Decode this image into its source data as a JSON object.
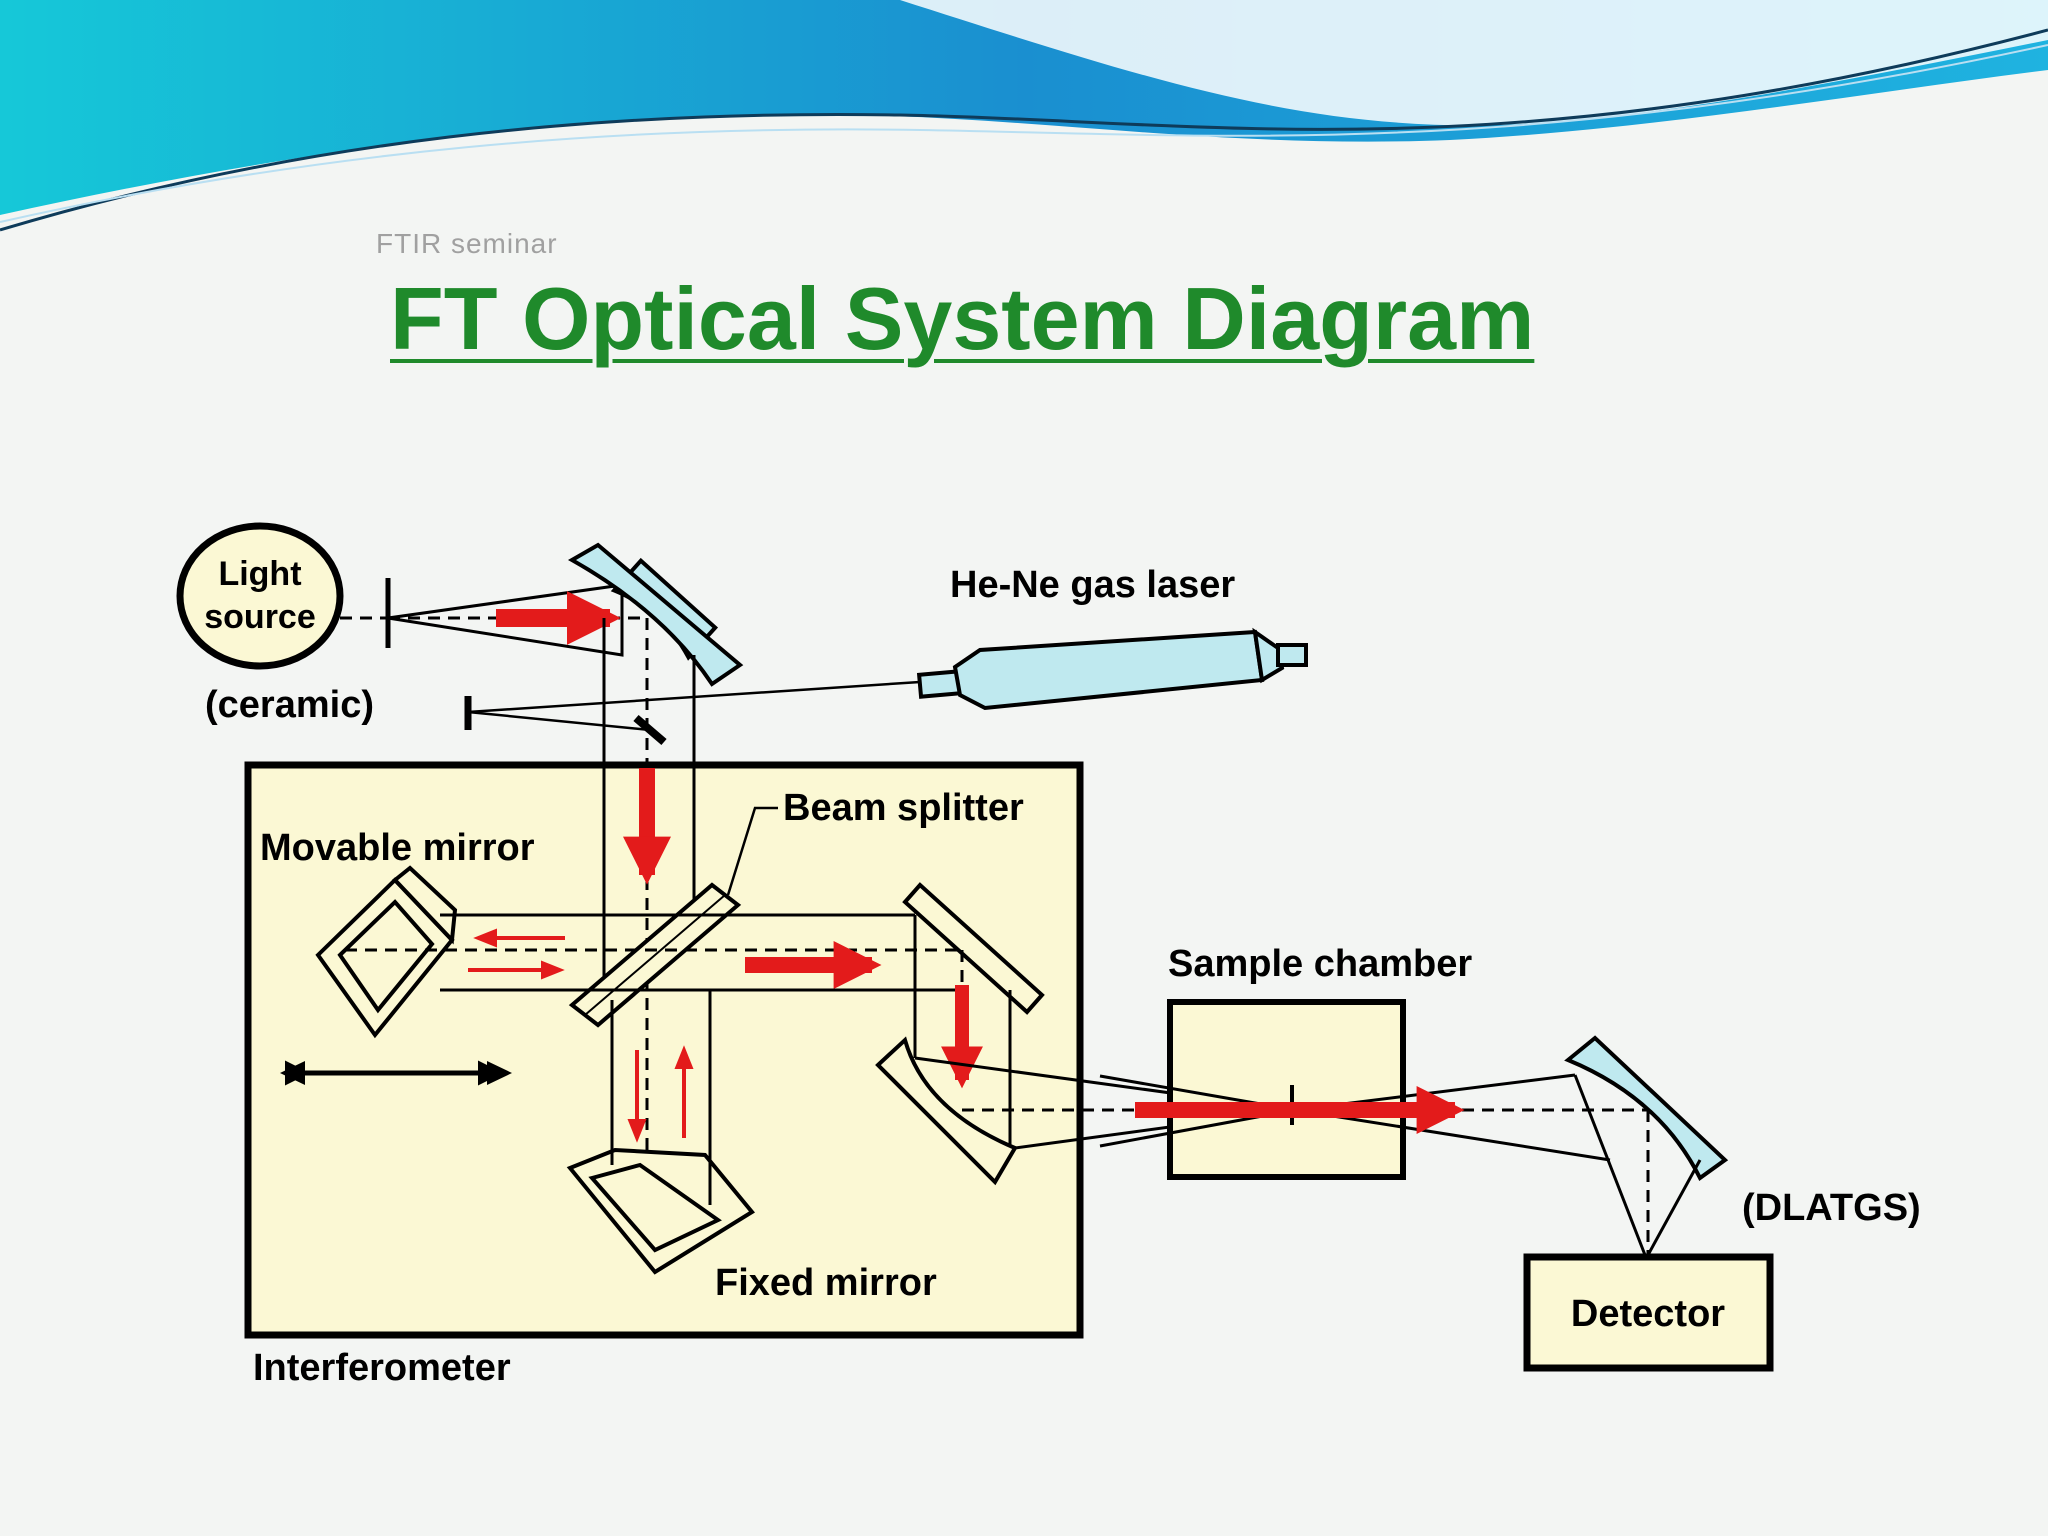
{
  "header": {
    "subtitle": "FTIR seminar",
    "title": "FT Optical System Diagram"
  },
  "colors": {
    "title": "#1f8a2b",
    "box_fill": "#fbf8d4",
    "optic_fill": "#bfe9ef",
    "beam_arrow": "#e31b1b",
    "wave_top": "#1fb3e0",
    "wave_accent": "#17d3d9"
  },
  "diagram": {
    "light_source_line1": "Light",
    "light_source_line2": "source",
    "ceramic": "(ceramic)",
    "laser": "He-Ne gas laser",
    "beam_splitter": "Beam splitter",
    "movable_mirror": "Movable mirror",
    "fixed_mirror": "Fixed mirror",
    "interferometer": "Interferometer",
    "sample_chamber": "Sample chamber",
    "dlatgs": "(DLATGS)",
    "detector": "Detector"
  }
}
